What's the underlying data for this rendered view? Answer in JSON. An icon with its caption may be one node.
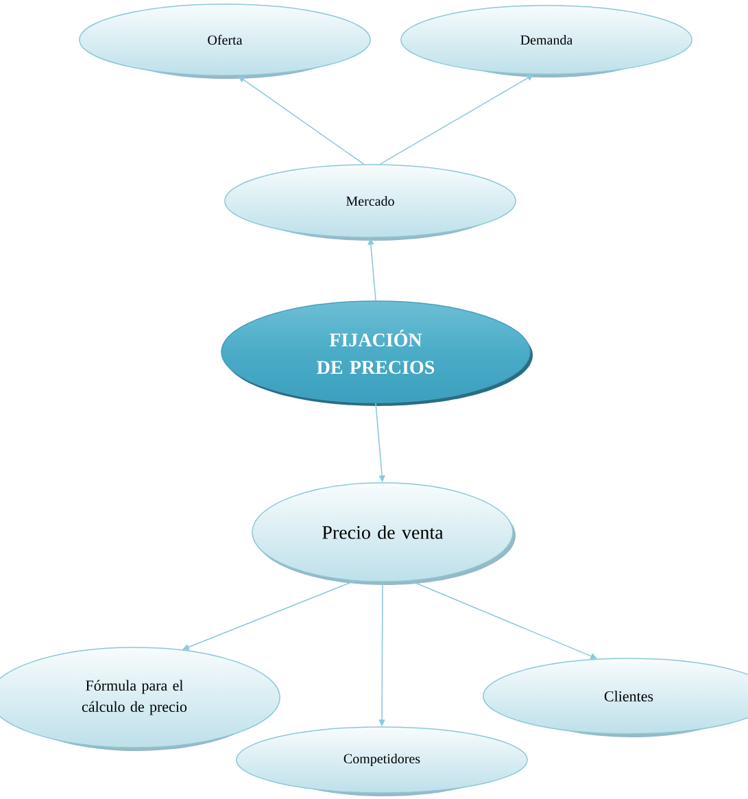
{
  "diagram": {
    "nodes": [
      {
        "text": [
          "Oferta"
        ]
      },
      {
        "text": [
          "Demanda"
        ]
      },
      {
        "text": [
          "Mercado"
        ]
      },
      {
        "text": [
          "FIJACIÓN DE PRECIOS"
        ]
      },
      {
        "text": [
          "Precio de venta"
        ]
      },
      {
        "text": [
          "Fórmula para el cálculo de precio"
        ]
      },
      {
        "text": [
          "Competidores"
        ]
      },
      {
        "text": [
          "Clientes"
        ]
      }
    ],
    "edges": [
      {
        "from": 2,
        "to": 0,
        "arrow": "to"
      },
      {
        "from": 2,
        "to": 1,
        "arrow": "to"
      },
      {
        "from": 3,
        "to": 2,
        "arrow": "to"
      },
      {
        "from": 3,
        "to": 4,
        "arrow": "to"
      },
      {
        "from": 4,
        "to": 5,
        "arrow": "to"
      },
      {
        "from": 4,
        "to": 6,
        "arrow": "to"
      },
      {
        "from": 4,
        "to": 7,
        "arrow": "to"
      }
    ]
  }
}
